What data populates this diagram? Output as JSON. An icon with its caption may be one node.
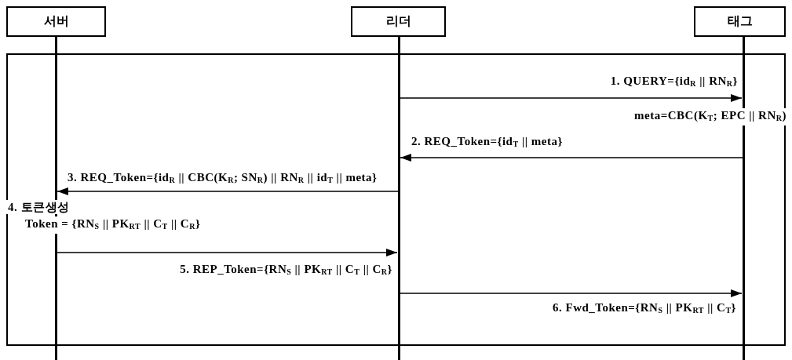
{
  "diagram": {
    "nodes": [
      {
        "text": [
          "서버"
        ]
      },
      {
        "text": [
          "리더"
        ]
      },
      {
        "text": [
          "태그"
        ]
      }
    ],
    "edges": [
      {
        "from": 1,
        "to": 2,
        "arrow": "to",
        "label": "1. QUERY={id$_{R}$ || RN$_{R}$}"
      },
      {
        "from": 2,
        "to": 1,
        "arrow": "to",
        "label": "2. REQ_Token={id$_{T}$ || meta}"
      },
      {
        "from": 1,
        "to": 0,
        "arrow": "to",
        "label": "3. REQ_Token={id$_{R}$ || CBC(K$_{R}$; SN$_{R}$) || RN$_{R}$ || id$_{T}$ || meta}"
      },
      {
        "from": 0,
        "to": 1,
        "arrow": "to",
        "label": "5. REP_Token={RN$_{S}$ || PK$_{RT}$ || C$_{T}$ || C$_{R}$}"
      },
      {
        "from": 1,
        "to": 2,
        "arrow": "to",
        "label": "6. Fwd_Token={RN$_{S}$ || PK$_{RT}$ || C$_{T}$}"
      }
    ],
    "labels": [
      "meta=CBC(K$_{T}$; EPC || RN$_{R}$)",
      "4. 토큰생성",
      "Token = {RN$_{S}$ || PK$_{RT}$ || C$_{T}$ || C$_{R}$}"
    ]
  }
}
